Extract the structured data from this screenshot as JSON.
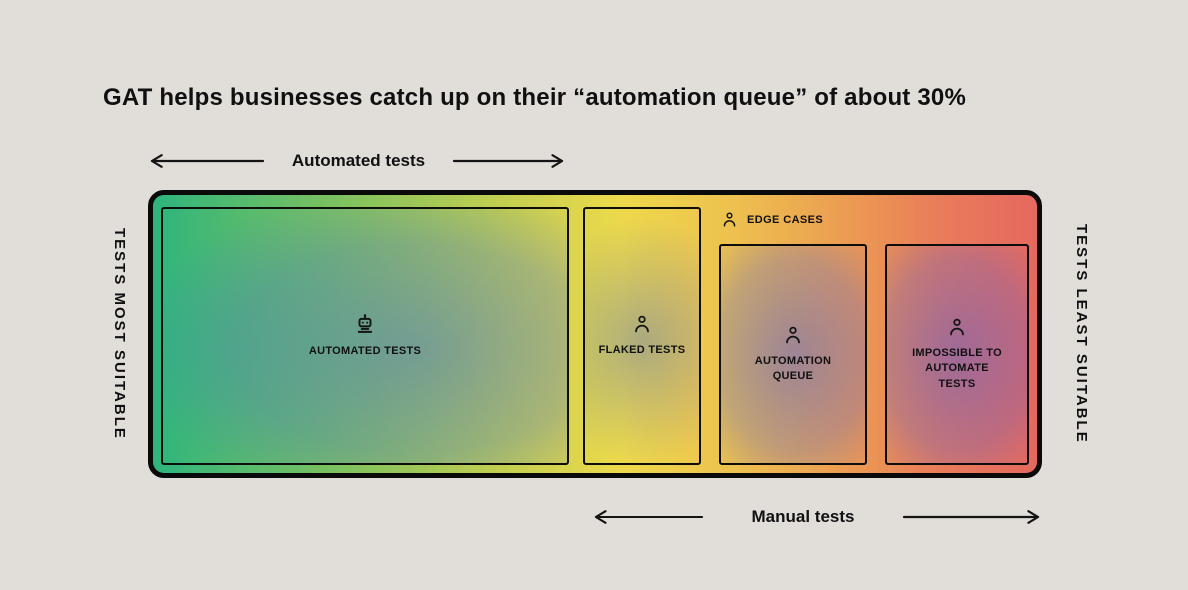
{
  "title": "GAT helps businesses catch up on their “automation queue” of about 30%",
  "axes": {
    "top": "Automated tests",
    "bottom": "Manual tests",
    "left": "TESTS MOST SUITABLE",
    "right": "TESTS LEAST SUITABLE"
  },
  "diagram": {
    "edge_cases": "EDGE CASES",
    "boxes": [
      {
        "label": "AUTOMATED TESTS",
        "icon": "robot-icon"
      },
      {
        "label": "FLAKED TESTS",
        "icon": "person-icon"
      },
      {
        "label": "AUTOMATION QUEUE",
        "icon": "person-icon"
      },
      {
        "label": "IMPOSSIBLE TO AUTOMATE TESTS",
        "icon": "person-icon"
      }
    ],
    "colors": {
      "background": "#e1ddd9",
      "border": "#0a0a0a",
      "gradient_left": "#2eb57d",
      "gradient_mid": "#edd94b",
      "gradient_right": "#e5685f",
      "overlay_blue": "#5a6ecb",
      "text": "#101010"
    }
  }
}
